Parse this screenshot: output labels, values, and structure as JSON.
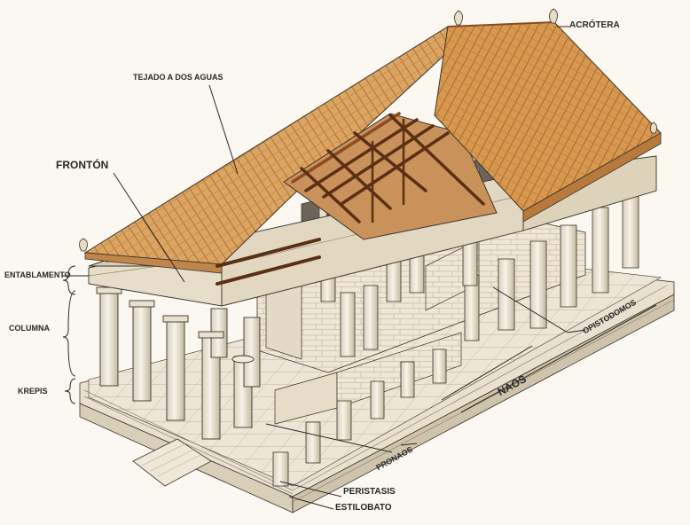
{
  "diagram": {
    "labels": {
      "acrotera": "ACRÓTERA",
      "tejado": "TEJADO A DOS AGUAS",
      "fronton": "FRONTÓN",
      "entablamento": "ENTABLAMENTO",
      "columna": "COLUMNA",
      "krepis": "KREPIS",
      "opistodomos": "OPISTODOMOS",
      "naos": "NAOS",
      "pronaos": "PRONAOS",
      "peristasis": "PERISTASIS",
      "estilobato": "ESTILOBATO"
    },
    "colors": {
      "background": "#fbf8f1",
      "roof_tile": "#d9a05a",
      "roof_tile_dark": "#b97832",
      "timber": "#8a4a22",
      "stone": "#ece4d2",
      "stone_shadow": "#c9bea6",
      "line": "#3a3328"
    }
  }
}
